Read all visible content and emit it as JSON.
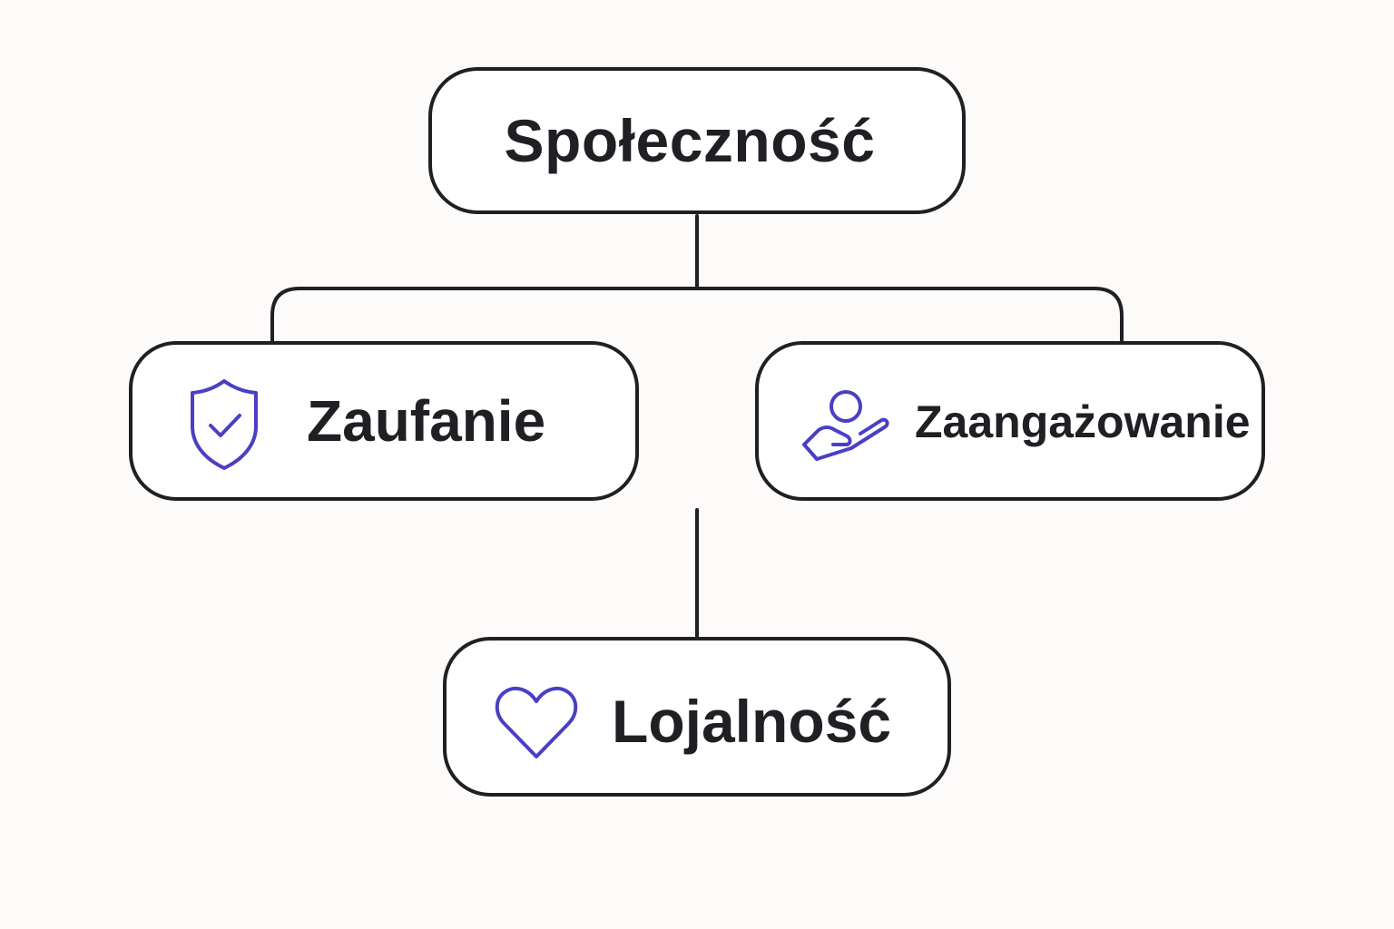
{
  "diagram": {
    "root": {
      "label": "Społeczność"
    },
    "nodes": [
      {
        "id": "trust",
        "label": "Zaufanie",
        "icon": "shield-check-icon"
      },
      {
        "id": "engagement",
        "label": "Zaangażowanie",
        "icon": "hand-person-icon"
      },
      {
        "id": "loyalty",
        "label": "Lojalność",
        "icon": "heart-icon"
      }
    ]
  },
  "colors": {
    "stroke": "#1f1f24",
    "icon_accent": "#4a3fc4",
    "background": "#fcfbf9",
    "node_fill": "#ffffff"
  }
}
